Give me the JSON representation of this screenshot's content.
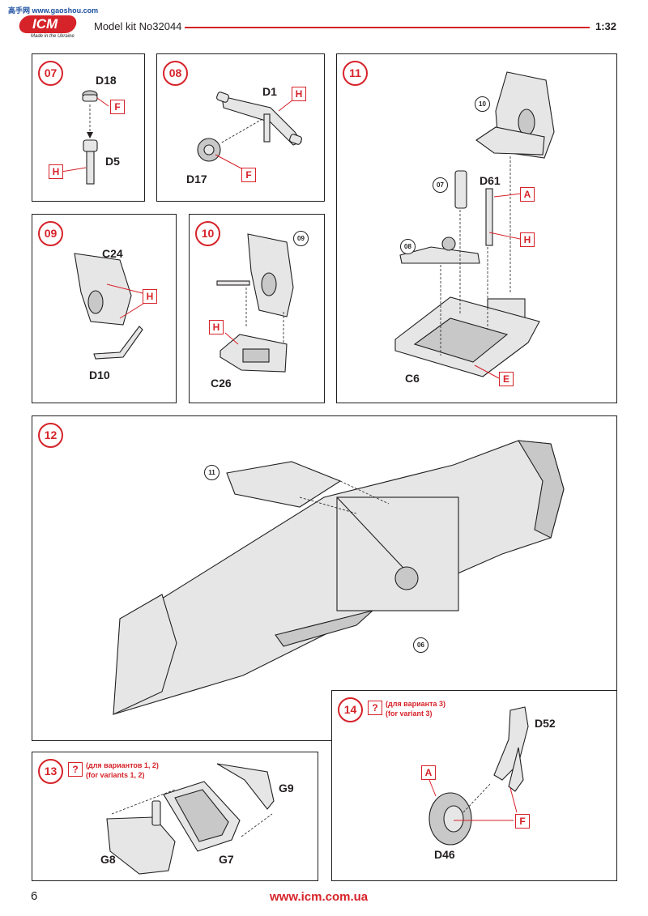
{
  "header": {
    "logo_text": "ICM",
    "logo_sub": "Made in the Ukraine",
    "watermark": "高手网 www.gaoshou.com",
    "kit_title": "Model kit No32044",
    "scale": "1:32"
  },
  "footer": {
    "page_number": "6",
    "url": "www.icm.com.ua"
  },
  "colors": {
    "accent_red": "#d6232a",
    "line": "#231f20",
    "part_fill": "#e6e6e6"
  },
  "steps": {
    "s07": {
      "number": "07",
      "labels": [
        "D18",
        "D5"
      ],
      "tags": [
        "F",
        "H"
      ]
    },
    "s08": {
      "number": "08",
      "labels": [
        "D1",
        "D17"
      ],
      "tags": [
        "H",
        "F"
      ]
    },
    "s09": {
      "number": "09",
      "labels": [
        "C24",
        "D10"
      ],
      "tags": [
        "H"
      ]
    },
    "s10": {
      "number": "10",
      "labels": [
        "C26"
      ],
      "tags": [
        "H"
      ],
      "ref": "09"
    },
    "s11": {
      "number": "11",
      "labels": [
        "D61",
        "C6"
      ],
      "tags": [
        "A",
        "H",
        "E"
      ],
      "refs": [
        "10",
        "07",
        "08"
      ]
    },
    "s12": {
      "number": "12",
      "refs": [
        "11",
        "06"
      ]
    },
    "s13": {
      "number": "13",
      "question_icon": "?",
      "note_ru": "(для вариантов 1, 2)",
      "note_en": "(for variants 1, 2)",
      "labels": [
        "G9",
        "G8",
        "G7"
      ]
    },
    "s14": {
      "number": "14",
      "question_icon": "?",
      "note_ru": "(для варианта 3)",
      "note_en": "(for variant 3)",
      "labels": [
        "D52",
        "D46"
      ],
      "tags": [
        "A",
        "F"
      ]
    }
  }
}
